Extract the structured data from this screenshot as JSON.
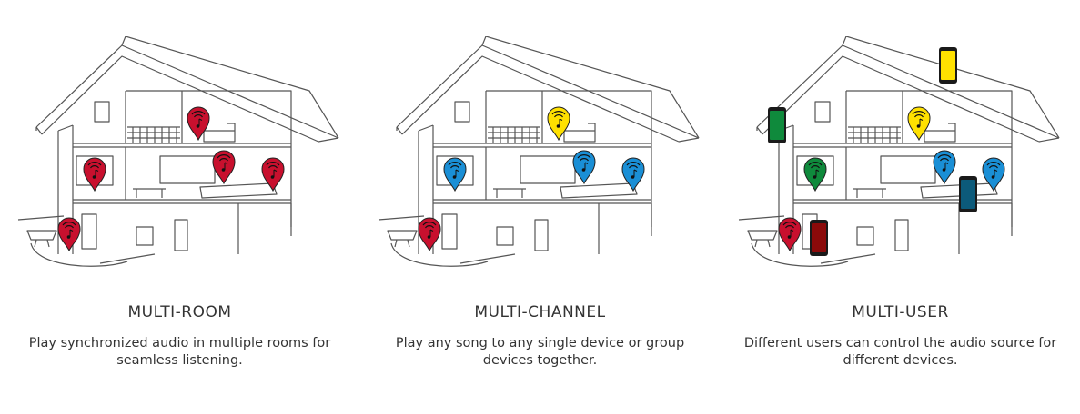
{
  "colors": {
    "red": "#c8102e",
    "blue": "#1a8fd6",
    "yellow": "#ffe100",
    "green": "#0f8a3c",
    "dark_red": "#8b0a0a",
    "teal": "#0c5a7a",
    "line": "#555555"
  },
  "features": [
    {
      "title": "MULTI-ROOM",
      "description": "Play synchronized audio in multiple rooms for seamless listening.",
      "pins": [
        {
          "room": "upper-right",
          "color": "red"
        },
        {
          "room": "middle-left",
          "color": "red"
        },
        {
          "room": "middle-center",
          "color": "red"
        },
        {
          "room": "middle-right",
          "color": "red"
        },
        {
          "room": "garden",
          "color": "red"
        }
      ],
      "phones": []
    },
    {
      "title": "MULTI-CHANNEL",
      "description": "Play any song to any single device or group devices together.",
      "pins": [
        {
          "room": "upper-right",
          "color": "yellow"
        },
        {
          "room": "middle-left",
          "color": "blue"
        },
        {
          "room": "middle-center",
          "color": "blue"
        },
        {
          "room": "middle-right",
          "color": "blue"
        },
        {
          "room": "garden",
          "color": "red"
        }
      ],
      "phones": []
    },
    {
      "title": "MULTI-USER",
      "description": "Different users can control the audio source for different devices.",
      "pins": [
        {
          "room": "upper-right",
          "color": "yellow"
        },
        {
          "room": "middle-left",
          "color": "green"
        },
        {
          "room": "middle-center",
          "color": "blue"
        },
        {
          "room": "middle-right",
          "color": "blue"
        },
        {
          "room": "garden",
          "color": "red"
        }
      ],
      "phones": [
        {
          "spot": "roof",
          "color": "yellow"
        },
        {
          "spot": "left",
          "color": "green"
        },
        {
          "spot": "right",
          "color": "teal"
        },
        {
          "spot": "garden",
          "color": "dark_red"
        }
      ]
    }
  ]
}
